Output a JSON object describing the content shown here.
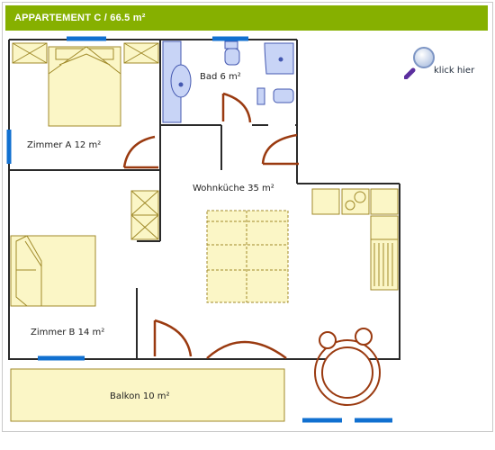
{
  "header": {
    "title": "APPARTEMENT C / 66.5 m²"
  },
  "zoom": {
    "label": "klick hier",
    "icon": "magnifier-icon"
  },
  "rooms": {
    "bad": "Bad 6 m²",
    "zimmer_a": "Zimmer A 12 m²",
    "wohnkueche": "Wohnküche 35 m²",
    "zimmer_b": "Zimmer B 14 m²",
    "balkon": "Balkon 10 m²"
  },
  "colors": {
    "brand": "#86b000",
    "wall": "#2a2a2a",
    "window": "#1170d0",
    "door": "#9a3a10",
    "furniture_fill": "#fbf6c6",
    "furniture_stroke": "#a08a2a",
    "bath_fill": "#c8d4f6",
    "bath_stroke": "#4458b0"
  }
}
